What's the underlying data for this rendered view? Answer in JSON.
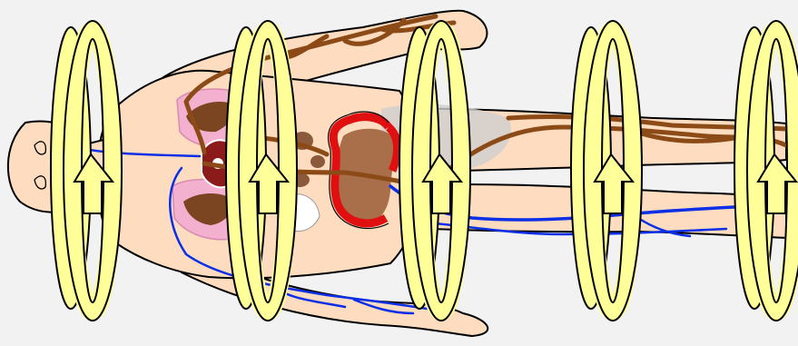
{
  "diagram": {
    "subject": "",
    "ring_count": 5,
    "colors": {
      "background": "#f2f2f2",
      "skin": "#fddcbf",
      "outline": "#000000",
      "artery": "#8b4a16",
      "vein": "#0a2fe6",
      "lung": "#f3b0cf",
      "lung_tissue": "#7a4520",
      "heart": "#8b1b1b",
      "liver_stomach": "#8b5a3a",
      "intestine_outline": "#e01010",
      "intestine_fill": "#a86f4a",
      "ring_fill": "#ffff99",
      "arrow_fill": "#ffff99",
      "grey_shadow": "#c8c8c8"
    },
    "parts": [
      "head",
      "arms",
      "torso",
      "legs",
      "lungs",
      "heart",
      "liver",
      "intestines",
      "arteries",
      "veins"
    ]
  }
}
